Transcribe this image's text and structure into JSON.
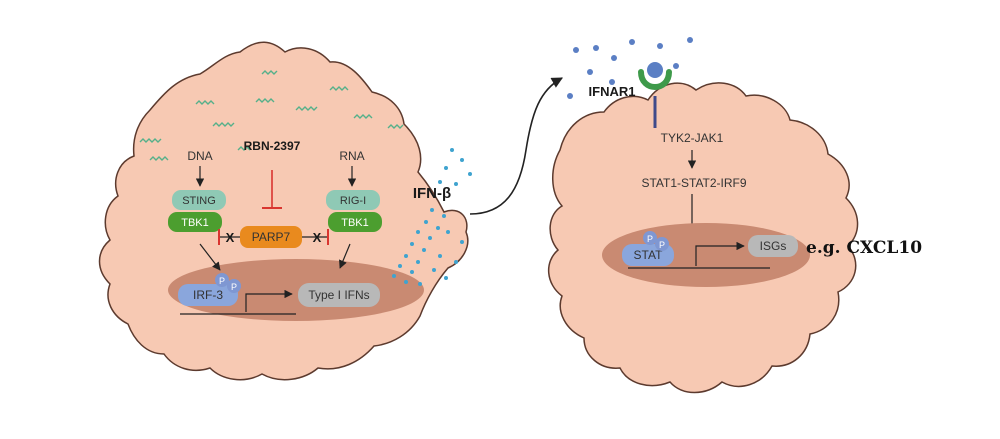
{
  "left_cell": {
    "dna_label": "DNA",
    "rna_label": "RNA",
    "drug_label": "RBN-2397",
    "sting_label": "STING",
    "tbk1_left_label": "TBK1",
    "rigi_label": "RIG-I",
    "tbk1_right_label": "TBK1",
    "parp7_label": "PARP7",
    "block_mark_left": "X",
    "block_mark_right": "X",
    "irf3_label": "IRF-3",
    "phospho_1": "P",
    "phospho_2": "P",
    "type1_ifn_label": "Type I IFNs"
  },
  "secreted": {
    "ifnb_label": "IFN-β"
  },
  "right_cell": {
    "receptor_label": "IFNAR1",
    "kinase_label": "TYK2-JAK1",
    "complex_label": "STAT1-STAT2-IRF9",
    "stat_label": "STAT",
    "phospho_1": "P",
    "phospho_2": "P",
    "isgs_label": "ISGs",
    "example_label": "e.g. CXCL10"
  },
  "colors": {
    "cell_fill": "#f7c9b3",
    "cell_stroke": "#5c3a2e",
    "nucleus_fill": "#c98a72",
    "sting_fill": "#8fc9b5",
    "tbk1_fill": "#4c9e2f",
    "parp7_fill": "#e98a1e",
    "irf_fill": "#8aa6dc",
    "gene_fill": "#b8b8b8",
    "inhibit_red": "#d9352f",
    "ifn_dots": "#3fa3cf",
    "ligand_blue": "#5b7fc4",
    "receptor_green": "#3e9a4a"
  }
}
